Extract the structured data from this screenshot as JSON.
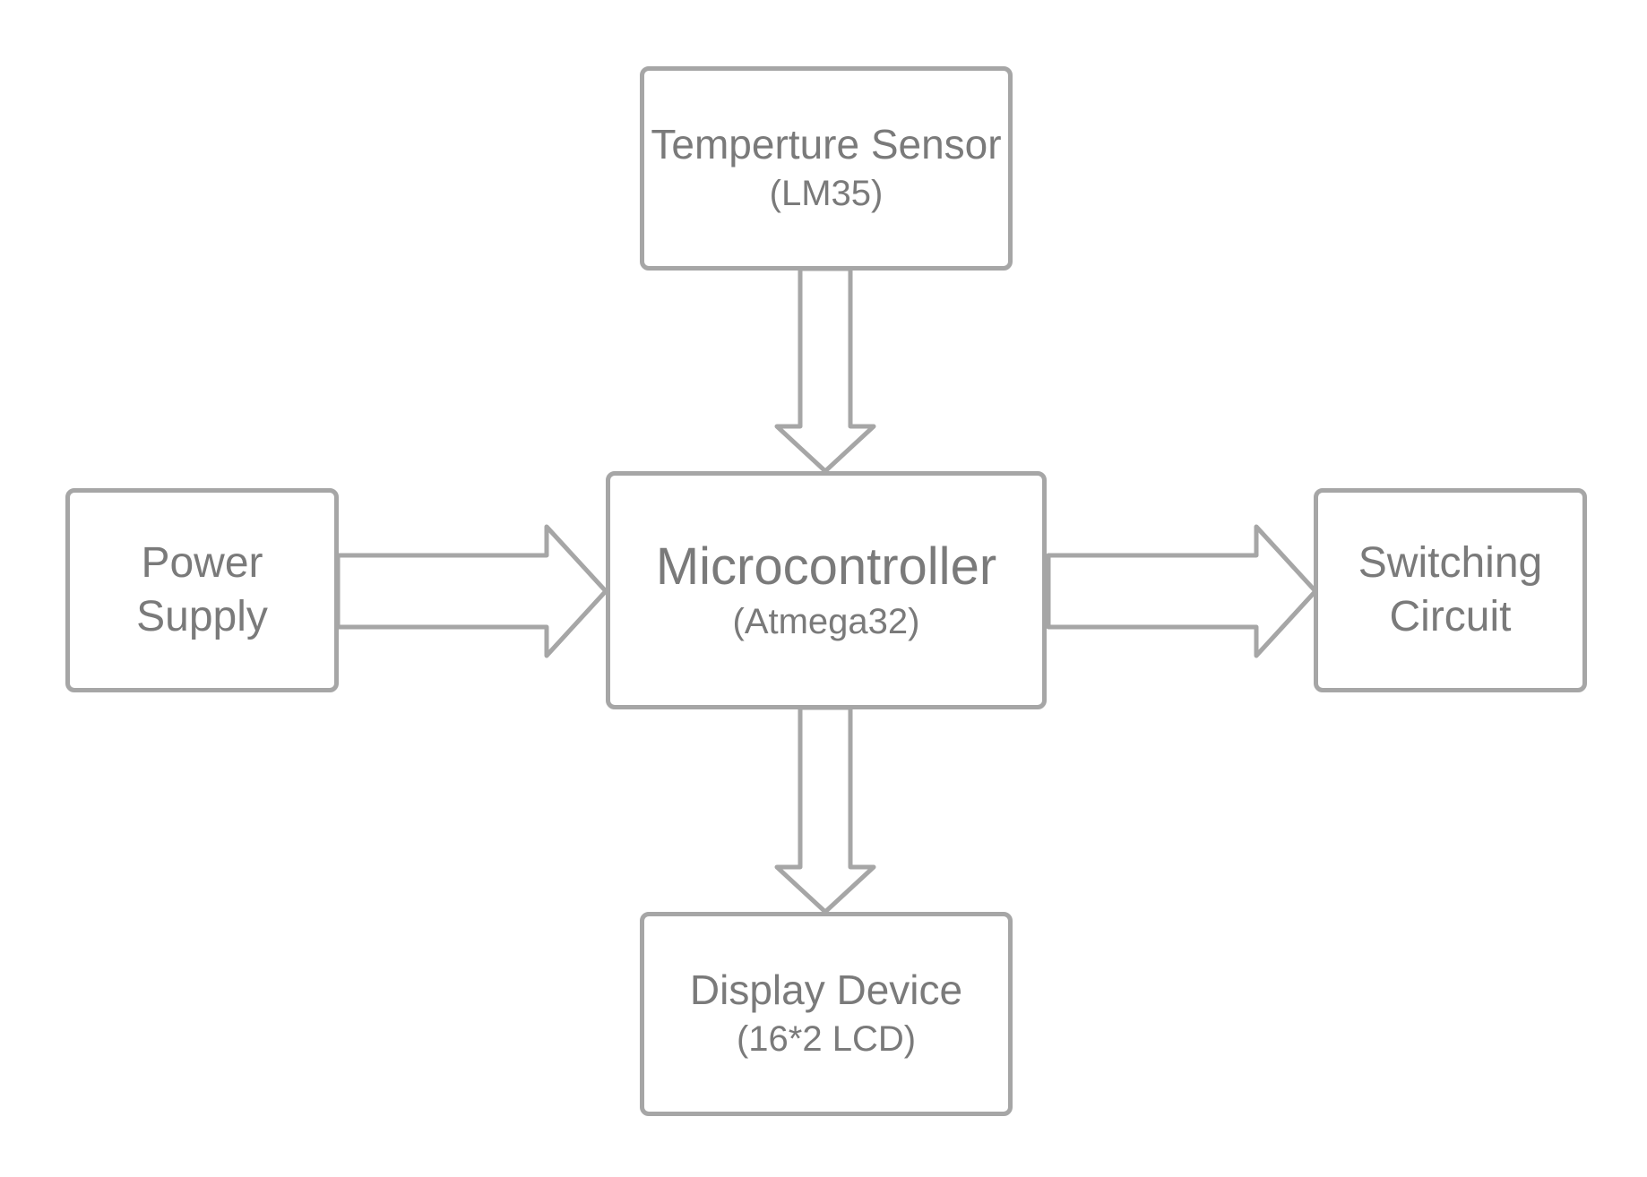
{
  "blocks": {
    "sensor": {
      "line1": "Temperture Sensor",
      "line2": "(LM35)"
    },
    "power": {
      "line1": "Power",
      "line2": "Supply"
    },
    "mcu": {
      "line1": "Microcontroller",
      "line2": "(Atmega32)"
    },
    "switching": {
      "line1": "Switching",
      "line2": "Circuit"
    },
    "display": {
      "line1": "Display Device",
      "line2": "(16*2 LCD)"
    }
  },
  "colors": {
    "stroke": "#a6a6a6",
    "text": "#7a7a7a",
    "background": "#ffffff"
  }
}
